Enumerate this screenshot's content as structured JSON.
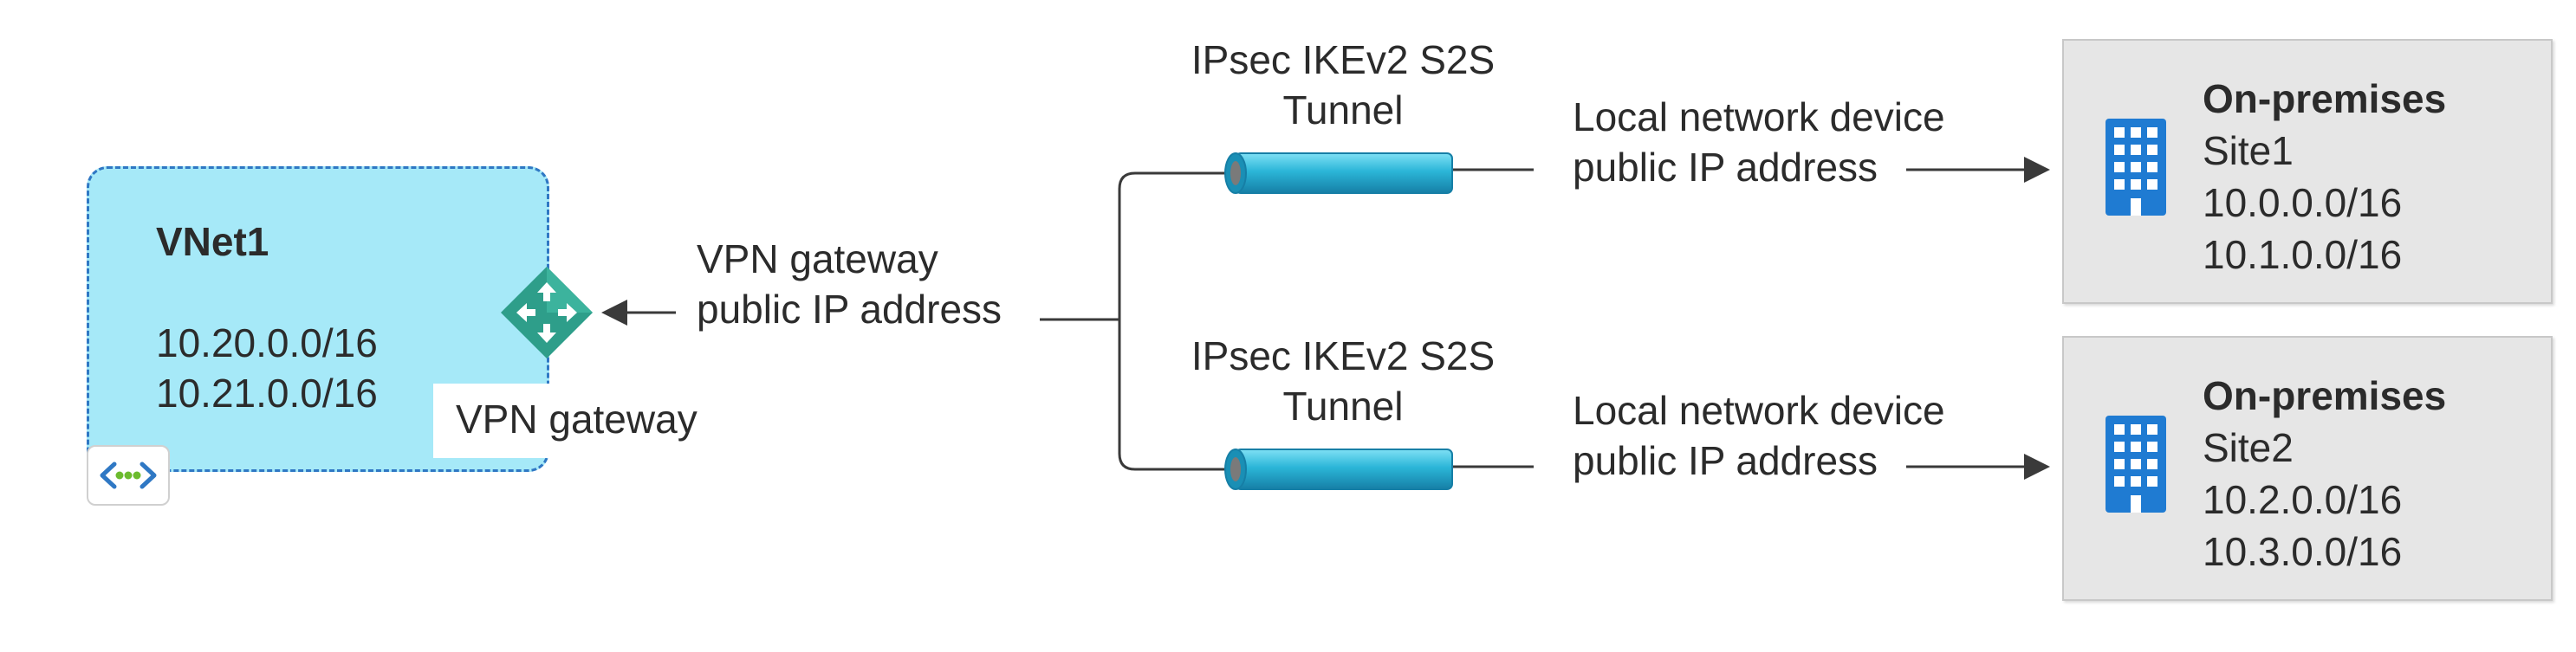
{
  "vnet": {
    "name": "VNet1",
    "prefixes": [
      "10.20.0.0/16",
      "10.21.0.0/16"
    ],
    "gateway_label": "VPN gateway",
    "gateway_ip_label": [
      "VPN gateway",
      "public IP address"
    ],
    "icon": "virtual-network-icon",
    "gateway_icon": "vpn-gateway-router-icon"
  },
  "tunnels": [
    {
      "label": [
        "IPsec IKEv2 S2S",
        "Tunnel"
      ],
      "device_label": [
        "Local network device",
        "public IP address"
      ]
    },
    {
      "label": [
        "IPsec IKEv2 S2S",
        "Tunnel"
      ],
      "device_label": [
        "Local network device",
        "public IP address"
      ]
    }
  ],
  "sites": [
    {
      "title": "On-premises",
      "name": "Site1",
      "prefixes": [
        "10.0.0.0/16",
        "10.1.0.0/16"
      ],
      "icon": "building-icon"
    },
    {
      "title": "On-premises",
      "name": "Site2",
      "prefixes": [
        "10.2.0.0/16",
        "10.3.0.0/16"
      ],
      "icon": "building-icon"
    }
  ],
  "colors": {
    "vnet_fill": "#a6e9f8",
    "vnet_border": "#2f78c4",
    "tunnel": "#2bb6d8",
    "building": "#1f7bd2",
    "gateway_icon": "#2e9e8a",
    "site_fill": "#e6e6e6"
  }
}
